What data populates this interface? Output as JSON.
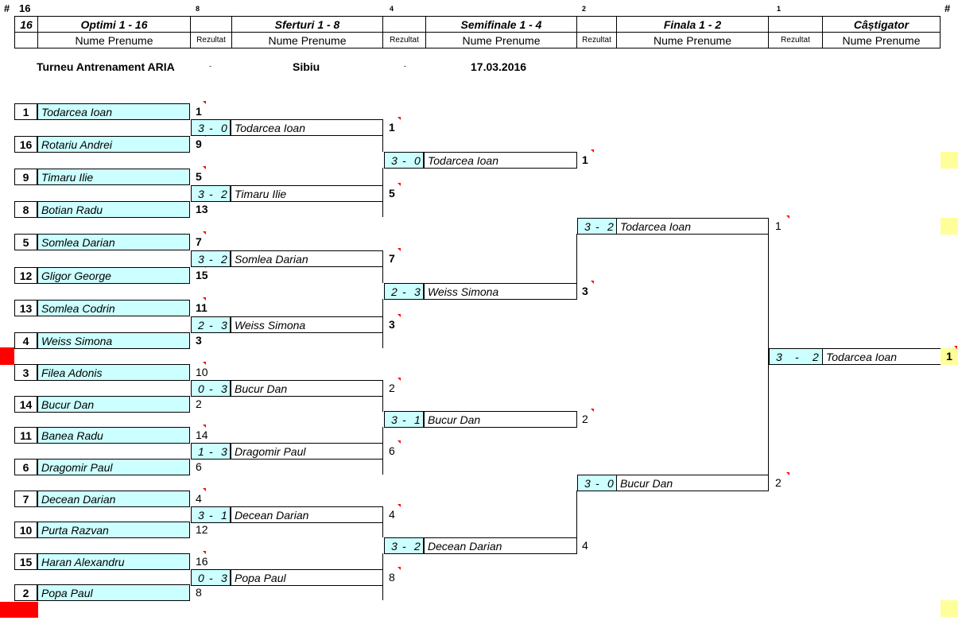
{
  "corner": {
    "hash_left": "#",
    "count": "16",
    "hash_right": "#"
  },
  "header": {
    "counts": [
      "8",
      "4",
      "2",
      "1"
    ],
    "row1": [
      "16",
      "Optimi 1 - 16",
      "Sferturi 1 - 8",
      "Semifinale 1 - 4",
      "Finala 1 - 2",
      "Câștigator"
    ],
    "name_label": "Nume Prenume",
    "result_label": "Rezultat"
  },
  "info": {
    "title": "Turneu Antrenament ARIA",
    "dash": "-",
    "city": "Sibiu",
    "date": "17.03.2016"
  },
  "r16": [
    {
      "seed": "1",
      "name": "Todarcea Ioan",
      "place": "1"
    },
    {
      "seed": "16",
      "name": "Rotariu Andrei",
      "place": "9"
    },
    {
      "seed": "9",
      "name": "Timaru Ilie",
      "place": "5"
    },
    {
      "seed": "8",
      "name": "Botian Radu",
      "place": "13"
    },
    {
      "seed": "5",
      "name": "Somlea Darian",
      "place": "7"
    },
    {
      "seed": "12",
      "name": "Gligor George",
      "place": "15"
    },
    {
      "seed": "13",
      "name": "Somlea Codrin",
      "place": "11"
    },
    {
      "seed": "4",
      "name": "Weiss Simona",
      "place": "3"
    },
    {
      "seed": "3",
      "name": "Filea Adonis",
      "place": "10"
    },
    {
      "seed": "14",
      "name": "Bucur Dan",
      "place": "2"
    },
    {
      "seed": "11",
      "name": "Banea Radu",
      "place": "14"
    },
    {
      "seed": "6",
      "name": "Dragomir Paul",
      "place": "6"
    },
    {
      "seed": "7",
      "name": "Decean Darian",
      "place": "4"
    },
    {
      "seed": "10",
      "name": "Purta Razvan",
      "place": "12"
    },
    {
      "seed": "15",
      "name": "Haran Alexandru",
      "place": "16"
    },
    {
      "seed": "2",
      "name": "Popa Paul",
      "place": "8"
    }
  ],
  "qf": [
    {
      "s1": "3",
      "sep": "-",
      "s2": "0",
      "name": "Todarcea Ioan",
      "place": "1"
    },
    {
      "s1": "3",
      "sep": "-",
      "s2": "2",
      "name": "Timaru Ilie",
      "place": "5"
    },
    {
      "s1": "3",
      "sep": "-",
      "s2": "2",
      "name": "Somlea Darian",
      "place": "7"
    },
    {
      "s1": "2",
      "sep": "-",
      "s2": "3",
      "name": "Weiss Simona",
      "place": "3"
    },
    {
      "s1": "0",
      "sep": "-",
      "s2": "3",
      "name": "Bucur Dan",
      "place": "2"
    },
    {
      "s1": "1",
      "sep": "-",
      "s2": "3",
      "name": "Dragomir Paul",
      "place": "6"
    },
    {
      "s1": "3",
      "sep": "-",
      "s2": "1",
      "name": "Decean Darian",
      "place": "4"
    },
    {
      "s1": "0",
      "sep": "-",
      "s2": "3",
      "name": "Popa Paul",
      "place": "8"
    }
  ],
  "sf": [
    {
      "s1": "3",
      "sep": "-",
      "s2": "0",
      "name": "Todarcea Ioan",
      "place": "1"
    },
    {
      "s1": "2",
      "sep": "-",
      "s2": "3",
      "name": "Weiss Simona",
      "place": "3"
    },
    {
      "s1": "3",
      "sep": "-",
      "s2": "1",
      "name": "Bucur Dan",
      "place": "2"
    },
    {
      "s1": "3",
      "sep": "-",
      "s2": "2",
      "name": "Decean Darian",
      "place": "4"
    }
  ],
  "final": [
    {
      "s1": "3",
      "sep": "-",
      "s2": "2",
      "name": "Todarcea Ioan",
      "place": "1"
    },
    {
      "s1": "3",
      "sep": "-",
      "s2": "0",
      "name": "Bucur Dan",
      "place": "2"
    }
  ],
  "champion": {
    "s1": "3",
    "sep": "-",
    "s2": "2",
    "name": "Todarcea Ioan",
    "place": "1"
  },
  "colors": {
    "name_fill": "#ccffff",
    "marker_red": "#ff0000",
    "highlight_yellow": "#ffff99"
  }
}
